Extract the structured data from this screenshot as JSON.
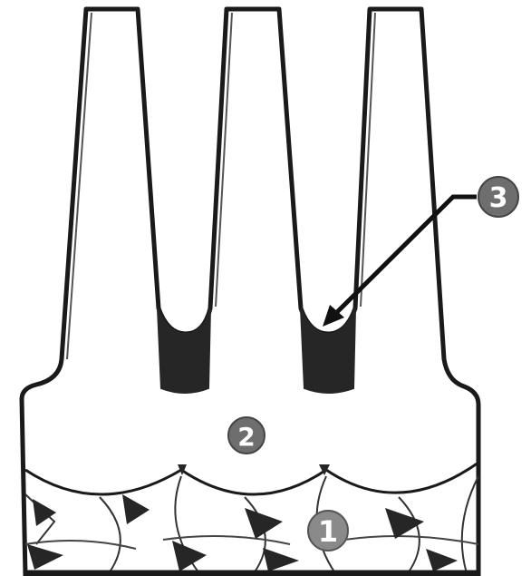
{
  "diagram": {
    "callouts": [
      {
        "id": "callout-1",
        "label": "1"
      },
      {
        "id": "callout-2",
        "label": "2"
      },
      {
        "id": "callout-3",
        "label": "3"
      }
    ]
  },
  "colors": {
    "outline": "#1a1a1a",
    "fill": "#ffffff",
    "dark_fill": "#262626",
    "callout_fill": "#6e6e6e",
    "callout_text": "#ffffff"
  }
}
